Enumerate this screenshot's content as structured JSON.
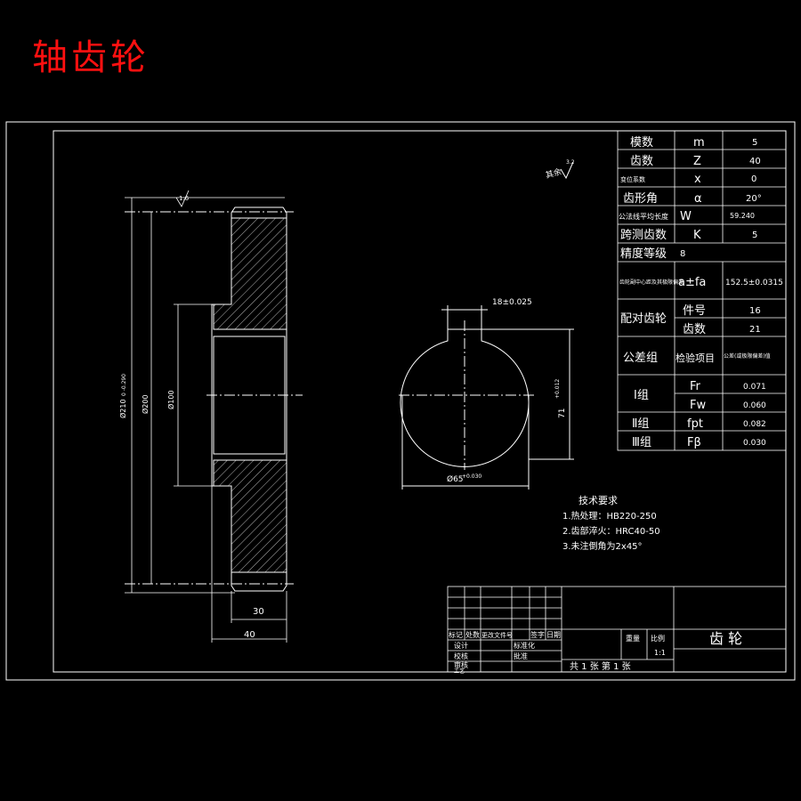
{
  "page_title": "轴齿轮",
  "roughness_note": {
    "label": "其余",
    "value": "3.2"
  },
  "roughness_left": "1.6",
  "dims": {
    "tip_dia": "Ø210",
    "tip_tol": "0\n-0.290",
    "pitch_dia": "Ø200",
    "hub_dia": "Ø100",
    "width_30": "30",
    "width_40": "40",
    "keyway_width": "18±0.025",
    "keyway_depth": "71",
    "keyway_depth_tol": "+0.012",
    "bore_dia": "Ø65",
    "bore_tol": "+0.030"
  },
  "param_table": [
    {
      "name": "模数",
      "symbol": "m",
      "value": "5"
    },
    {
      "name": "齿数",
      "symbol": "Z",
      "value": "40"
    },
    {
      "name": "变位系数",
      "symbol": "x",
      "value": "0"
    },
    {
      "name": "齿形角",
      "symbol": "α",
      "value": "20°"
    },
    {
      "name": "公法线平均长度",
      "symbol": "W",
      "value": "59.240"
    },
    {
      "name": "跨测齿数",
      "symbol": "K",
      "value": "5"
    },
    {
      "name": "精度等级",
      "symbol": "",
      "value": "8"
    },
    {
      "name": "齿轮副中心距及其极限偏差",
      "symbol": "a±fa",
      "value": "152.5±0.0315"
    }
  ],
  "mate_gear": {
    "label": "配对齿轮",
    "rows": [
      {
        "name": "件号",
        "value": "16"
      },
      {
        "name": "齿数",
        "value": "21"
      }
    ]
  },
  "tolerance": {
    "group_label": "公差组",
    "item_label": "检验项目",
    "value_label": "公差(或极限偏差)值",
    "rows": [
      {
        "group": "Ⅰ组",
        "symbol": "Fr",
        "value": "0.071"
      },
      {
        "group": "",
        "symbol": "Fw",
        "value": "0.060"
      },
      {
        "group": "Ⅱ组",
        "symbol": "fpt",
        "value": "0.082"
      },
      {
        "group": "Ⅲ组",
        "symbol": "Fβ",
        "value": "0.030"
      }
    ]
  },
  "tech_req": {
    "title": "技术要求",
    "items": [
      "1.热处理：HB220-250",
      "2.齿部淬火：HRC40-50",
      "3.未注倒角为2x45°"
    ]
  },
  "title_block": {
    "part_name": "齿 轮",
    "scale_label": "比例",
    "scale_value": "1:1",
    "weight_label": "重量",
    "sheet_info": "共  1  张  第  1  张",
    "cols": [
      "标记",
      "处数",
      "更改文件号",
      "签字",
      "日期"
    ],
    "roles": [
      "设计",
      "校核",
      "审核",
      "工艺"
    ],
    "roles2": [
      "标准化",
      "批准"
    ]
  }
}
